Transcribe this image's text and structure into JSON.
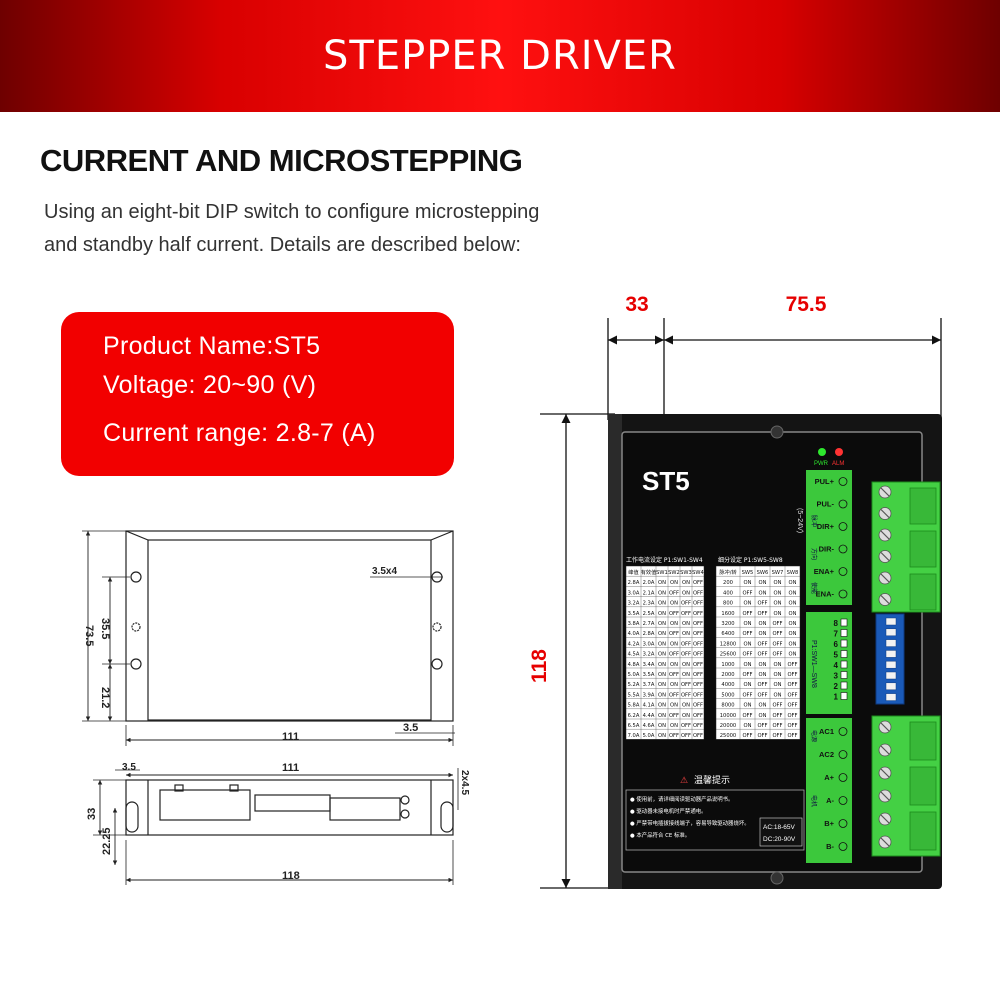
{
  "banner": {
    "title": "STEPPER DRIVER"
  },
  "section": {
    "title": "CURRENT AND MICROSTEPPING",
    "description_line1": "Using an eight-bit DIP switch to configure microstepping",
    "description_line2": "and standby half current. Details are described below:"
  },
  "product": {
    "name": "Product Name:ST5",
    "voltage": "Voltage: 20~90 (V)",
    "current": "Current range: 2.8-7 (A)"
  },
  "dimensions": {
    "width_left": "33",
    "width_right": "75.5",
    "height": "118"
  },
  "drawing": {
    "top_view": {
      "hole_label": "3.5x4",
      "dim_73_5": "73.5",
      "dim_35_5": "35.5",
      "dim_21_2": "21.2",
      "dim_111": "111",
      "dim_3_5": "3.5"
    },
    "side_view": {
      "dim_3_5": "3.5",
      "dim_111": "111",
      "dim_33": "33",
      "dim_22_25": "22.25",
      "dim_2x4_5": "2x4.5",
      "dim_118": "118"
    }
  },
  "device": {
    "model": "ST5",
    "led_power": "PWR",
    "led_alarm": "ALM",
    "signal_voltage": "(5~24V)",
    "current_table_title": "工作电流设定 P1:SW1-SW4",
    "micro_table_title": "细分设定 P1:SW5-SW8",
    "current_headers": [
      "峰值",
      "有效值",
      "SW1",
      "SW2",
      "SW3",
      "SW4"
    ],
    "current_rows": [
      [
        "2.8A",
        "2.0A",
        "ON",
        "ON",
        "ON",
        "OFF"
      ],
      [
        "3.0A",
        "2.1A",
        "ON",
        "OFF",
        "ON",
        "OFF"
      ],
      [
        "3.2A",
        "2.3A",
        "ON",
        "ON",
        "OFF",
        "OFF"
      ],
      [
        "3.5A",
        "2.5A",
        "ON",
        "OFF",
        "OFF",
        "OFF"
      ],
      [
        "3.8A",
        "2.7A",
        "ON",
        "ON",
        "ON",
        "OFF"
      ],
      [
        "4.0A",
        "2.8A",
        "ON",
        "OFF",
        "ON",
        "OFF"
      ],
      [
        "4.2A",
        "3.0A",
        "ON",
        "ON",
        "OFF",
        "OFF"
      ],
      [
        "4.5A",
        "3.2A",
        "ON",
        "OFF",
        "OFF",
        "OFF"
      ],
      [
        "4.8A",
        "3.4A",
        "ON",
        "ON",
        "ON",
        "OFF"
      ],
      [
        "5.0A",
        "3.5A",
        "ON",
        "OFF",
        "ON",
        "OFF"
      ],
      [
        "5.2A",
        "3.7A",
        "ON",
        "ON",
        "OFF",
        "OFF"
      ],
      [
        "5.5A",
        "3.9A",
        "ON",
        "OFF",
        "OFF",
        "OFF"
      ],
      [
        "5.8A",
        "4.1A",
        "ON",
        "ON",
        "ON",
        "OFF"
      ],
      [
        "6.2A",
        "4.4A",
        "ON",
        "OFF",
        "ON",
        "OFF"
      ],
      [
        "6.5A",
        "4.6A",
        "ON",
        "ON",
        "OFF",
        "OFF"
      ],
      [
        "7.0A",
        "5.0A",
        "ON",
        "OFF",
        "OFF",
        "OFF"
      ]
    ],
    "micro_headers": [
      "脉冲/转",
      "SW5",
      "SW6",
      "SW7",
      "SW8"
    ],
    "micro_rows": [
      [
        "200",
        "ON",
        "ON",
        "ON",
        "ON"
      ],
      [
        "400",
        "OFF",
        "ON",
        "ON",
        "ON"
      ],
      [
        "800",
        "ON",
        "OFF",
        "ON",
        "ON"
      ],
      [
        "1600",
        "OFF",
        "OFF",
        "ON",
        "ON"
      ],
      [
        "3200",
        "ON",
        "ON",
        "OFF",
        "ON"
      ],
      [
        "6400",
        "OFF",
        "ON",
        "OFF",
        "ON"
      ],
      [
        "12800",
        "ON",
        "OFF",
        "OFF",
        "ON"
      ],
      [
        "25600",
        "OFF",
        "OFF",
        "OFF",
        "ON"
      ],
      [
        "1000",
        "ON",
        "ON",
        "ON",
        "OFF"
      ],
      [
        "2000",
        "OFF",
        "ON",
        "ON",
        "OFF"
      ],
      [
        "4000",
        "ON",
        "OFF",
        "ON",
        "OFF"
      ],
      [
        "5000",
        "OFF",
        "OFF",
        "ON",
        "OFF"
      ],
      [
        "8000",
        "ON",
        "ON",
        "OFF",
        "OFF"
      ],
      [
        "10000",
        "OFF",
        "ON",
        "OFF",
        "OFF"
      ],
      [
        "20000",
        "ON",
        "OFF",
        "OFF",
        "OFF"
      ],
      [
        "25000",
        "OFF",
        "OFF",
        "OFF",
        "OFF"
      ]
    ],
    "terminals_signal": [
      "PUL+",
      "PUL-",
      "DIR+",
      "DIR-",
      "ENA+",
      "ENA-"
    ],
    "terminals_power": [
      "AC1",
      "AC2",
      "A+",
      "A-",
      "B+",
      "B-"
    ],
    "group_labels": [
      "脉冲",
      "方向",
      "使能",
      "电源",
      "电机"
    ],
    "dip_label": "P1:SW1—SW8",
    "dip_numbers": [
      "8",
      "7",
      "6",
      "5",
      "4",
      "3",
      "2",
      "1"
    ],
    "warning_title": "温馨提示",
    "warning_lines": [
      "● 使用前，请详细阅读驱动器产品说明书。",
      "● 驱动器未接电机时严禁通电。",
      "● 严禁带电插拔接线端子，容易导致驱动器烧坏。",
      "● 本产品符合 CE 标准。"
    ],
    "power_spec_ac": "AC:18-65V",
    "power_spec_dc": "DC:20-90V"
  }
}
